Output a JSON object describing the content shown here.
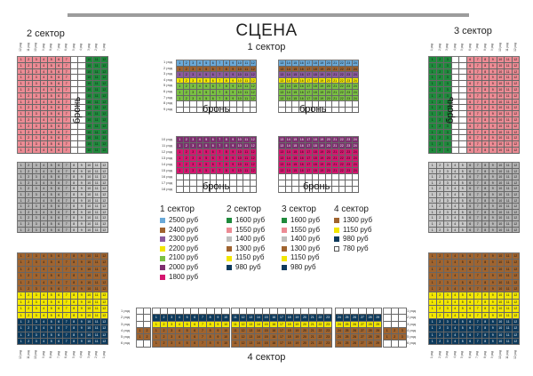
{
  "stage": {
    "title": "СЦЕНА"
  },
  "sectors": {
    "s1": "1 сектор",
    "s2": "2 сектор",
    "s3": "3 сектор",
    "s4": "4 сектор"
  },
  "reserved_label": "бронь",
  "row_labels_top": [
    "1 ряд",
    "2 ряд",
    "3 ряд",
    "4 ряд",
    "5 ряд",
    "6 ряд",
    "7 ряд",
    "8 ряд",
    "9 ряд"
  ],
  "row_labels_mid": [
    "10 ряд",
    "11 ряд",
    "12 ряд",
    "13 ряд",
    "14 ряд",
    "15 ряд",
    "16 ряд",
    "17 ряд",
    "18 ряд"
  ],
  "row_labels_bottom": [
    "1 ряд",
    "2 ряд",
    "3 ряд",
    "4 ряд",
    "5 ряд",
    "6 ряд"
  ],
  "col_labels": [
    "12 ряд",
    "11 ряд",
    "10 ряд",
    "9 ряд",
    "8 ряд",
    "7 ряд",
    "6 ряд",
    "5 ряд",
    "4 ряд",
    "3 ряд",
    "2 ряд",
    "1 ряд"
  ],
  "col_labels_right": [
    "1 ряд",
    "2 ряд",
    "3 ряд",
    "4 ряд",
    "5 ряд",
    "6 ряд",
    "7 ряд",
    "8 ряд",
    "9 ряд",
    "10 ряд",
    "11 ряд",
    "12 ряд"
  ],
  "colors": {
    "p2500": "#6aa9d8",
    "p2400": "#a0632f",
    "p2300": "#8b5a9e",
    "p2200": "#f2e600",
    "p2100": "#7ac043",
    "p2000": "#7d2e6e",
    "p1800": "#d6156f",
    "p1600": "#1f8a3c",
    "p1550": "#ec8b94",
    "p1400": "#bdbdbd",
    "p1300": "#a0642f",
    "p1150": "#f2e600",
    "p980": "#0d3a5c",
    "p780": "#ffffff",
    "gray_block": "#b3b3b3",
    "gray_block2": "#c6c6c6"
  },
  "legend": [
    {
      "header": "1 сектор",
      "items": [
        {
          "label": "2500 руб",
          "color": "#6aa9d8"
        },
        {
          "label": "2400 руб",
          "color": "#a0632f"
        },
        {
          "label": "2300 руб",
          "color": "#8b5a9e"
        },
        {
          "label": "2200 руб",
          "color": "#f2e600"
        },
        {
          "label": "2100 руб",
          "color": "#7ac043"
        },
        {
          "label": "2000 руб",
          "color": "#7d2e6e"
        },
        {
          "label": "1800 руб",
          "color": "#d6156f"
        }
      ]
    },
    {
      "header": "2 сектор",
      "items": [
        {
          "label": "1600 руб",
          "color": "#1f8a3c"
        },
        {
          "label": "1550 руб",
          "color": "#ec8b94"
        },
        {
          "label": "1400 руб",
          "color": "#bdbdbd"
        },
        {
          "label": "1300 руб",
          "color": "#a0642f"
        },
        {
          "label": "1150 руб",
          "color": "#f2e600"
        },
        {
          "label": "980 руб",
          "color": "#0d3a5c"
        }
      ]
    },
    {
      "header": "3 сектор",
      "items": [
        {
          "label": "1600 руб",
          "color": "#1f8a3c"
        },
        {
          "label": "1550 руб",
          "color": "#ec8b94"
        },
        {
          "label": "1400 руб",
          "color": "#bdbdbd"
        },
        {
          "label": "1300 руб",
          "color": "#a0642f"
        },
        {
          "label": "1150 руб",
          "color": "#f2e600"
        },
        {
          "label": "980 руб",
          "color": "#0d3a5c"
        }
      ]
    },
    {
      "header": "4 сектор",
      "items": [
        {
          "label": "1300 руб",
          "color": "#a0642f"
        },
        {
          "label": "1150 руб",
          "color": "#f2e600"
        },
        {
          "label": "980 руб",
          "color": "#0d3a5c"
        },
        {
          "label": "780 руб",
          "color": "#ffffff"
        }
      ]
    }
  ]
}
